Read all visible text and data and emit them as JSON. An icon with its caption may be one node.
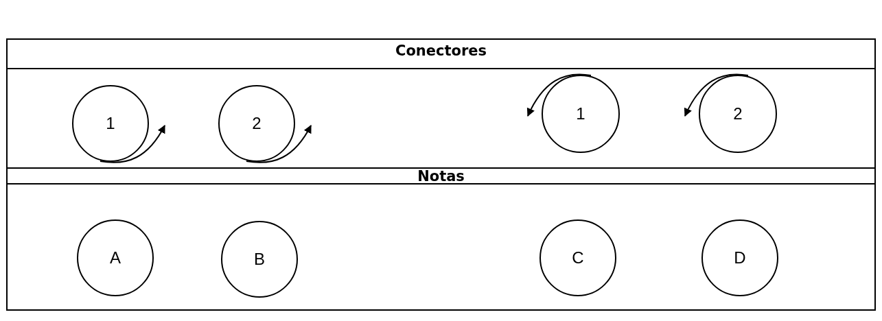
{
  "diagram": {
    "nodes": [
      {
        "text": [
          "1"
        ]
      },
      {
        "text": [
          "2"
        ]
      },
      {
        "text": [
          "1"
        ]
      },
      {
        "text": [
          "2"
        ]
      },
      {
        "text": [
          "A"
        ]
      },
      {
        "text": [
          "B"
        ]
      },
      {
        "text": [
          "C"
        ]
      },
      {
        "text": [
          "D"
        ]
      }
    ],
    "edges": [
      {
        "from": 0,
        "to": null,
        "arrow": "to"
      },
      {
        "from": 1,
        "to": null,
        "arrow": "to"
      },
      {
        "from": 2,
        "to": null,
        "arrow": "to"
      },
      {
        "from": 3,
        "to": null,
        "arrow": "to"
      }
    ],
    "labels": [
      "Conectores",
      "Notas"
    ]
  }
}
